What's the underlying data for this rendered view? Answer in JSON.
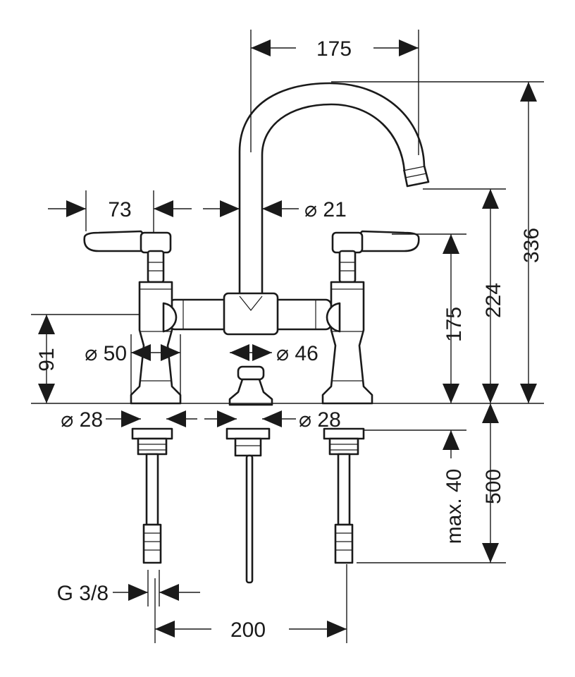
{
  "dimensions": {
    "spout_reach": "175",
    "handle_offset": "73",
    "spout_diameter": "⌀ 21",
    "body_height": "91",
    "handle_base_diameter": "⌀ 50",
    "waste_diameter": "⌀ 46",
    "left_hole_diameter": "⌀ 28",
    "center_hole_diameter": "⌀ 28",
    "handle_height": "175",
    "spout_outlet_height": "224",
    "total_height": "336",
    "max_deck_thickness": "max. 40",
    "hose_length": "500",
    "connection_thread": "G 3/8",
    "center_spacing": "200"
  },
  "colors": {
    "line": "#1a1a1a",
    "background": "#ffffff"
  }
}
